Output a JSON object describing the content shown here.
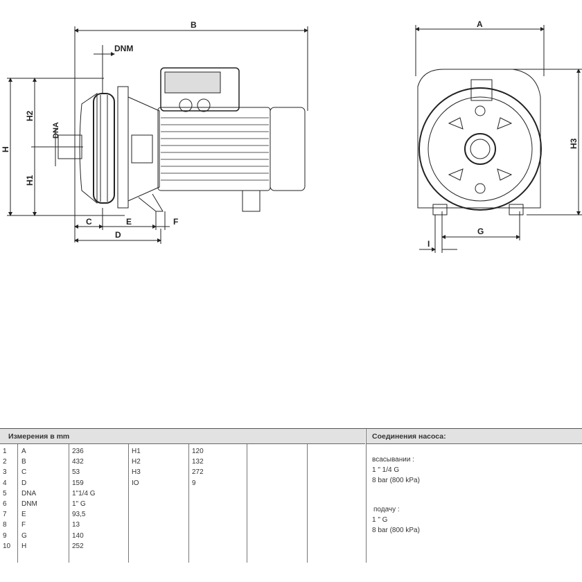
{
  "drawing": {
    "side_labels": {
      "B": "B",
      "DNM": "DNM",
      "DNA": "DNA",
      "H": "H",
      "H1": "H1",
      "H2": "H2",
      "C": "C",
      "E": "E",
      "F": "F",
      "D": "D"
    },
    "front_labels": {
      "A": "A",
      "H3": "H3",
      "G": "G",
      "I": "I"
    }
  },
  "table": {
    "dims_header": "Измерения в  mm",
    "conn_header": "Соединения насоса:",
    "rows": [
      {
        "n": "1",
        "k": "A",
        "v": "236",
        "k2": "H1",
        "v2": "120"
      },
      {
        "n": "2",
        "k": "B",
        "v": "432",
        "k2": "H2",
        "v2": "132"
      },
      {
        "n": "3",
        "k": "C",
        "v": "53",
        "k2": "H3",
        "v2": "272"
      },
      {
        "n": "4",
        "k": "D",
        "v": "159",
        "k2": "IO",
        "v2": "9"
      },
      {
        "n": "5",
        "k": "DNA",
        "v": "1\"1/4 G"
      },
      {
        "n": "6",
        "k": "DNM",
        "v": "1\" G"
      },
      {
        "n": "7",
        "k": "E",
        "v": "93,5"
      },
      {
        "n": "8",
        "k": "F",
        "v": "13"
      },
      {
        "n": "9",
        "k": "G",
        "v": "140"
      },
      {
        "n": "10",
        "k": "H",
        "v": "252"
      }
    ],
    "connections": {
      "suction_label": "всасывании :",
      "suction_size": "1 \" 1/4 G",
      "suction_pressure": "8 bar (800 kPa)",
      "discharge_label": "подачу  :",
      "discharge_size": "1 \" G",
      "discharge_pressure": "8 bar (800 kPa)"
    }
  }
}
